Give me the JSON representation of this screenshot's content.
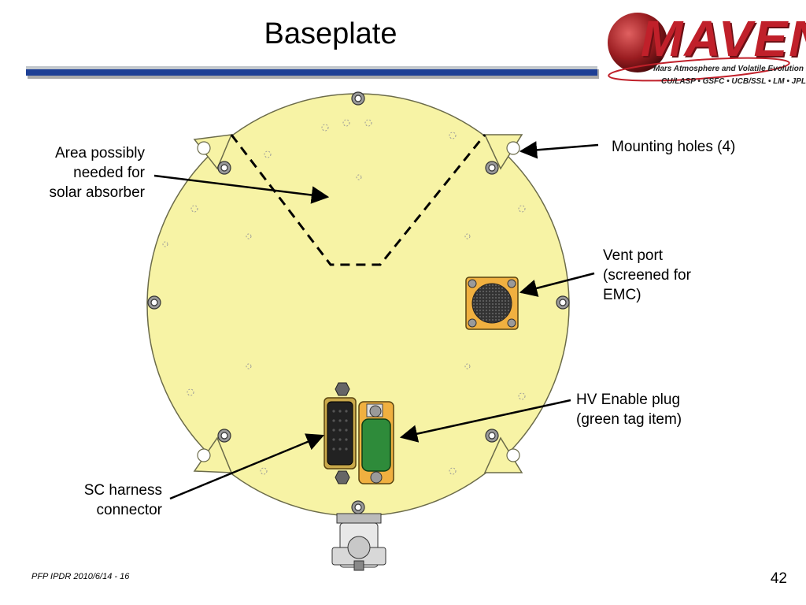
{
  "slide": {
    "title": "Baseplate",
    "footer": "PFP IPDR 2010/6/14 - 16",
    "page_number": "42"
  },
  "logo": {
    "wordmark": "MAVEN",
    "subtitle": "Mars Atmosphere and Volatile Evolution Mission",
    "partners": "CU/LASP • GSFC • UCB/SSL • LM • JPL",
    "colors": {
      "red": "#c0202a",
      "planet": "#8a1a1c"
    }
  },
  "callouts": {
    "solar_absorber": [
      "Area possibly",
      "needed for",
      "solar absorber"
    ],
    "mounting_holes": [
      "Mounting holes (4)"
    ],
    "vent_port": [
      "Vent port",
      "(screened for",
      "EMC)"
    ],
    "hv_enable": [
      "HV Enable plug",
      "(green tag item)"
    ],
    "sc_harness": [
      "SC harness",
      "connector"
    ]
  },
  "colors": {
    "plate_fill": "#f7f3a5",
    "plate_stroke": "#6b6b4a",
    "connector_green": "#2e8b3a",
    "connector_orange": "#f0b040",
    "title_rule_blue": "#1d3f95"
  }
}
